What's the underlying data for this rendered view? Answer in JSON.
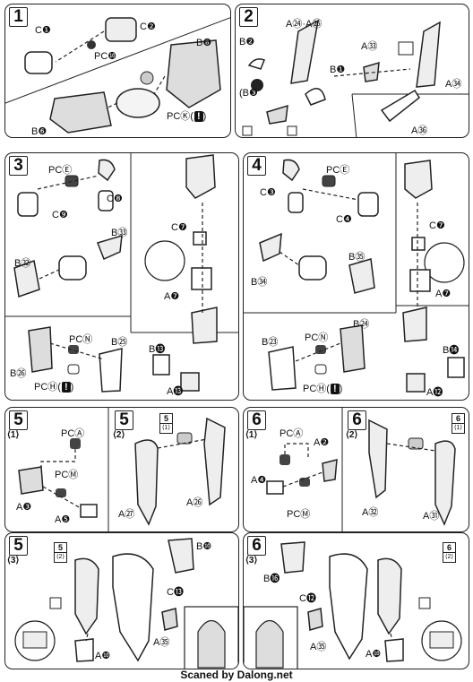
{
  "credit": "Scaned by Dalong.net",
  "panels": [
    {
      "step": "1",
      "sub": "",
      "labels": [
        "C❶",
        "C❷",
        "PC❿",
        "B❽",
        "B❻",
        "PCⓀ("
      ]
    },
    {
      "step": "2",
      "sub": "",
      "labels": [
        "A㉔·A㉕",
        "B❷",
        "(B❸",
        "B❶",
        "A㉝",
        "A㉞",
        "A㊱"
      ]
    },
    {
      "step": "3",
      "sub": "",
      "labels": [
        "PCⒺ",
        "C❽",
        "C❾",
        "B㉝",
        "B㉜",
        "C❼",
        "A❼",
        "PCⓃ",
        "B㉕",
        "B㉖",
        "PCⒽ(",
        "B⓭",
        "A⓭"
      ]
    },
    {
      "step": "4",
      "sub": "",
      "labels": [
        "PCⒺ",
        "C❸",
        "C❹",
        "B㉞",
        "B㉟",
        "C❼",
        "A❼",
        "PCⓃ",
        "B㉔",
        "B㉓",
        "PCⒽ(",
        "B⓮",
        "A⓬"
      ]
    },
    {
      "step": "5",
      "sub": "⟨1⟩",
      "labels": [
        "PCⒶ",
        "PCⓂ",
        "A❸",
        "A❺"
      ]
    },
    {
      "step": "5",
      "sub": "⟨2⟩",
      "labels": [
        "A㉗",
        "A㉖"
      ],
      "ref": {
        "top": "5",
        "bottom": "⟨1⟩"
      }
    },
    {
      "step": "6",
      "sub": "⟨1⟩",
      "labels": [
        "PCⒶ",
        "A❷",
        "A❹",
        "PCⓂ"
      ]
    },
    {
      "step": "6",
      "sub": "⟨2⟩",
      "labels": [
        "A㉜",
        "A㉛"
      ],
      "ref": {
        "top": "6",
        "bottom": "⟨1⟩"
      }
    },
    {
      "step": "5",
      "sub": "⟨3⟩",
      "labels": [
        "B❿",
        "C⓭",
        "A㉟",
        "A❿"
      ],
      "ref": {
        "top": "5",
        "bottom": "⟨2⟩"
      }
    },
    {
      "step": "6",
      "sub": "⟨3⟩",
      "labels": [
        "B⓰",
        "C⓬",
        "A㉟",
        "A❿"
      ],
      "ref": {
        "top": "6",
        "bottom": "⟨2⟩"
      }
    }
  ],
  "warning_glyph": "!",
  "close_paren": ")"
}
